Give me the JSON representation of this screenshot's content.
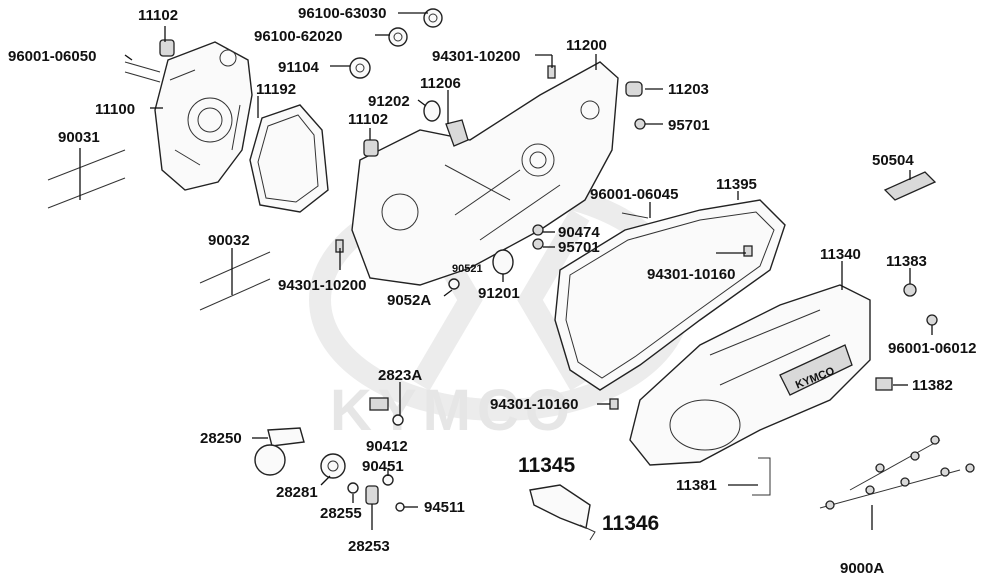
{
  "diagram": {
    "watermark_text": "KYMCO",
    "cover_logo_text": "KYMCO",
    "labels": {
      "p11102a": "11102",
      "p96100_63030": "96100-63030",
      "p96100_62020": "96100-62020",
      "p96001_06050": "96001-06050",
      "p91104": "91104",
      "p94301_10200a": "94301-10200",
      "p11200": "11200",
      "p11100": "11100",
      "p11192": "11192",
      "p11206": "11206",
      "p11203": "11203",
      "p91202": "91202",
      "p90031": "90031",
      "p11102b": "11102",
      "p95701a": "95701",
      "p50504": "50504",
      "p96001_06045": "96001-06045",
      "p11395": "11395",
      "p90474": "90474",
      "p95701b": "95701",
      "p90032": "90032",
      "p11340": "11340",
      "p11383": "11383",
      "p90521": "90521",
      "p94301_10160a": "94301-10160",
      "p94301_10200b": "94301-10200",
      "p91201": "91201",
      "p9052A": "9052A",
      "p96001_06012": "96001-06012",
      "p2823A": "2823A",
      "p11382": "11382",
      "p94301_10160b": "94301-10160",
      "p28250": "28250",
      "p90412": "90412",
      "p11345": "11345",
      "p90451": "90451",
      "p28281": "28281",
      "p11381": "11381",
      "p94511": "94511",
      "p28255": "28255",
      "p11346": "11346",
      "p28253": "28253",
      "p9000A": "9000A"
    }
  }
}
